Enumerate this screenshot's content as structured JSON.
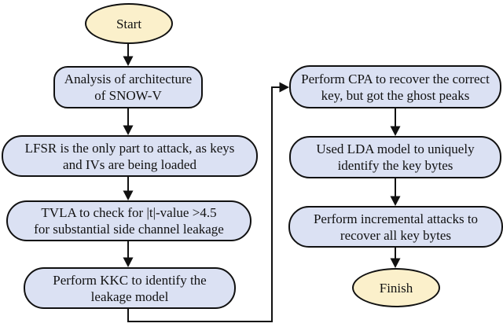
{
  "colors": {
    "background": "#ffffff",
    "step_fill": "#dbe1f3",
    "terminal_fill": "#fbf0cb",
    "stroke": "#111111"
  },
  "flowchart": {
    "terminals": {
      "start": "Start",
      "finish": "Finish"
    },
    "steps": [
      {
        "line1": "Analysis of architecture",
        "line2": "of SNOW-V"
      },
      {
        "line1": "LFSR is the only part to attack, as keys",
        "line2": "and IVs are being loaded"
      },
      {
        "line1": "TVLA to check for |t|-value >4.5",
        "line2": "for substantial side channel leakage"
      },
      {
        "line1": "Perform KKC to identify the",
        "line2": "leakage model"
      },
      {
        "line1": "Perform CPA to recover the correct",
        "line2": "key, but got the ghost peaks"
      },
      {
        "line1": "Used LDA model to uniquely",
        "line2": "identify the key bytes"
      },
      {
        "line1": "Perform incremental attacks to",
        "line2": "recover all key bytes"
      }
    ]
  }
}
